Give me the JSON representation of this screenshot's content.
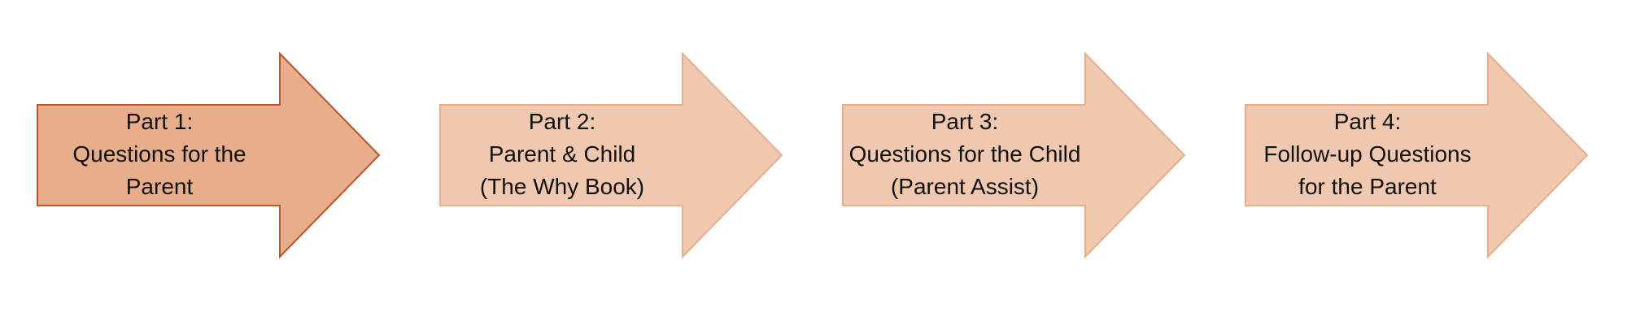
{
  "colors": {
    "active_fill": "#E8AD8A",
    "active_stroke": "#B8562B",
    "inactive_fill": "#F0C8B0",
    "inactive_stroke": "#E8AD8A"
  },
  "steps": [
    {
      "state": "active",
      "icon": "right-arrow-icon",
      "lines": [
        "Part 1:",
        "Questions for the",
        "Parent"
      ]
    },
    {
      "state": "inactive",
      "icon": "right-arrow-icon",
      "lines": [
        "Part 2:",
        "Parent & Child",
        "(The Why Book)"
      ]
    },
    {
      "state": "inactive",
      "icon": "right-arrow-icon",
      "lines": [
        "Part 3:",
        "Questions for the Child",
        "(Parent Assist)"
      ]
    },
    {
      "state": "inactive",
      "icon": "right-arrow-icon",
      "lines": [
        "Part 4:",
        "Follow-up Questions",
        "for the Parent"
      ]
    }
  ]
}
